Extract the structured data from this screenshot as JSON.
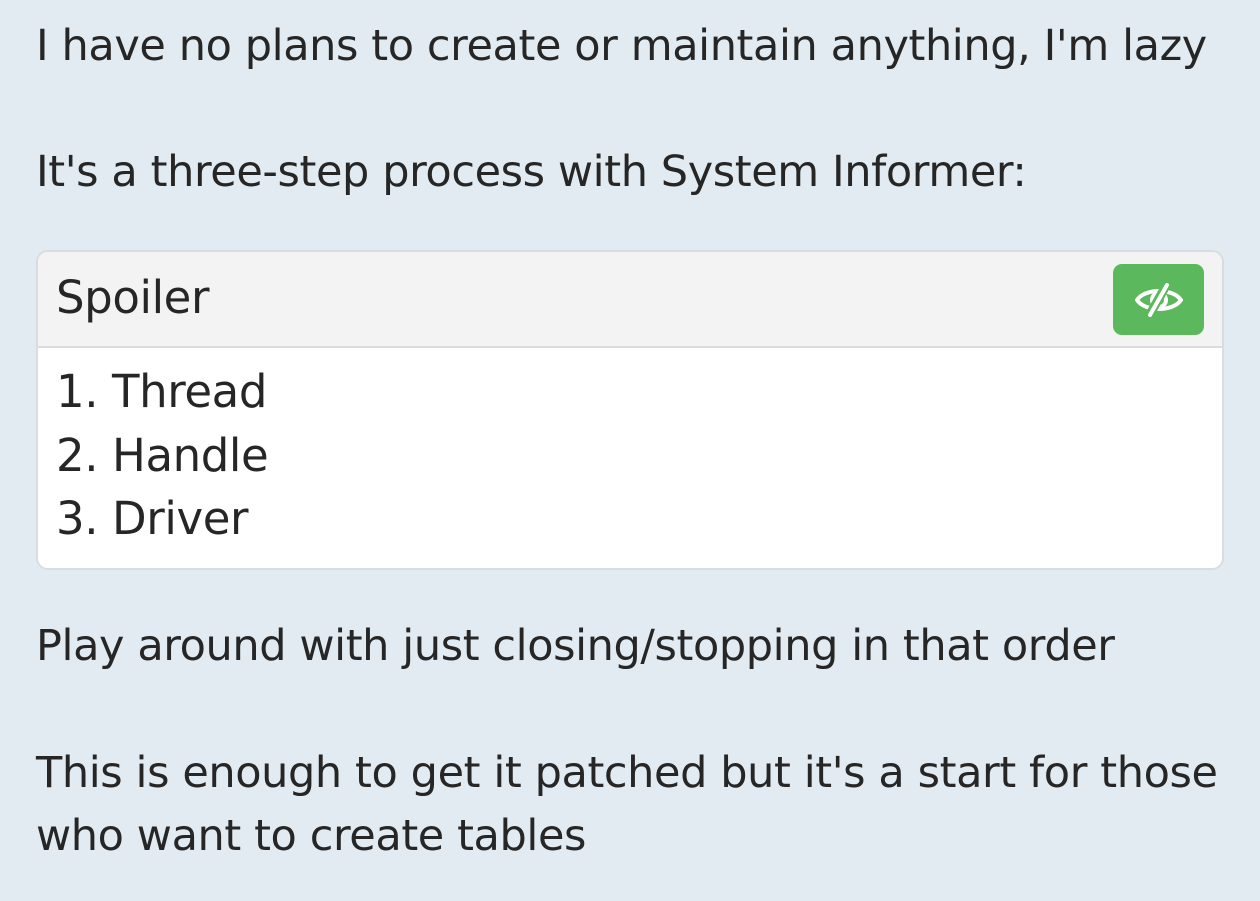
{
  "post": {
    "line1": "I have no plans to create or maintain anything, I'm lazy",
    "line2": "It's a three-step process with System Informer:",
    "spoiler": {
      "title": "Spoiler",
      "toggle_icon": "eye-slash-icon",
      "items": [
        "1. Thread",
        "2. Handle",
        "3. Driver"
      ]
    },
    "line3": "Play around with just closing/stopping in that order",
    "line4": "This is enough to get it patched but it's a start for those who want to create tables"
  },
  "colors": {
    "background": "#e1ebf1",
    "spoiler_button": "#5cb85c",
    "spoiler_header": "#f3f3f3"
  }
}
